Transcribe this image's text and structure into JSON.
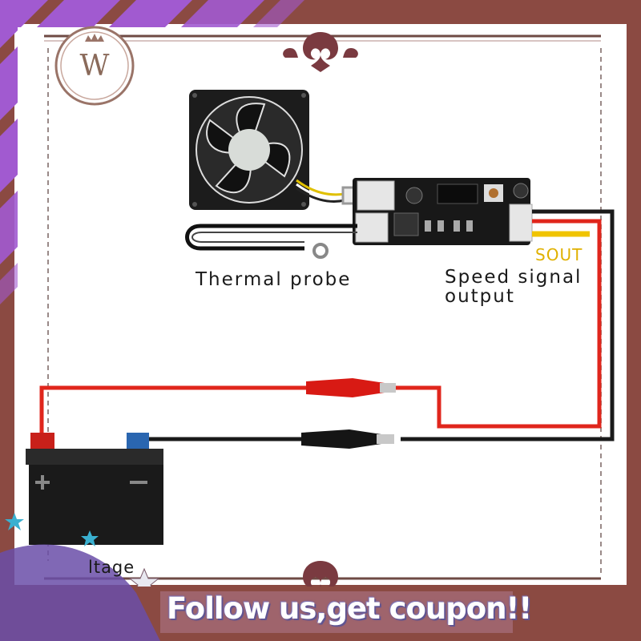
{
  "labels": {
    "thermal_probe": "Thermal probe",
    "speed_signal_line1": "Speed signal",
    "speed_signal_line2": "output",
    "sout": "SOUT",
    "voltage": "ltage"
  },
  "banner": {
    "text": "Follow us,get coupon!!"
  },
  "logo": {
    "letter": "W"
  },
  "colors": {
    "frame": "#8b4a42",
    "purple": "#a15ad0",
    "wire_red": "#e0261c",
    "wire_black": "#1a1a1a",
    "sout": "#f0c400",
    "banner": "#b07a90"
  },
  "icons": [
    "logo-crest-icon",
    "ornament-icon",
    "fan-icon",
    "controller-board-icon",
    "battery-icon",
    "clip-icon",
    "star-icon"
  ]
}
